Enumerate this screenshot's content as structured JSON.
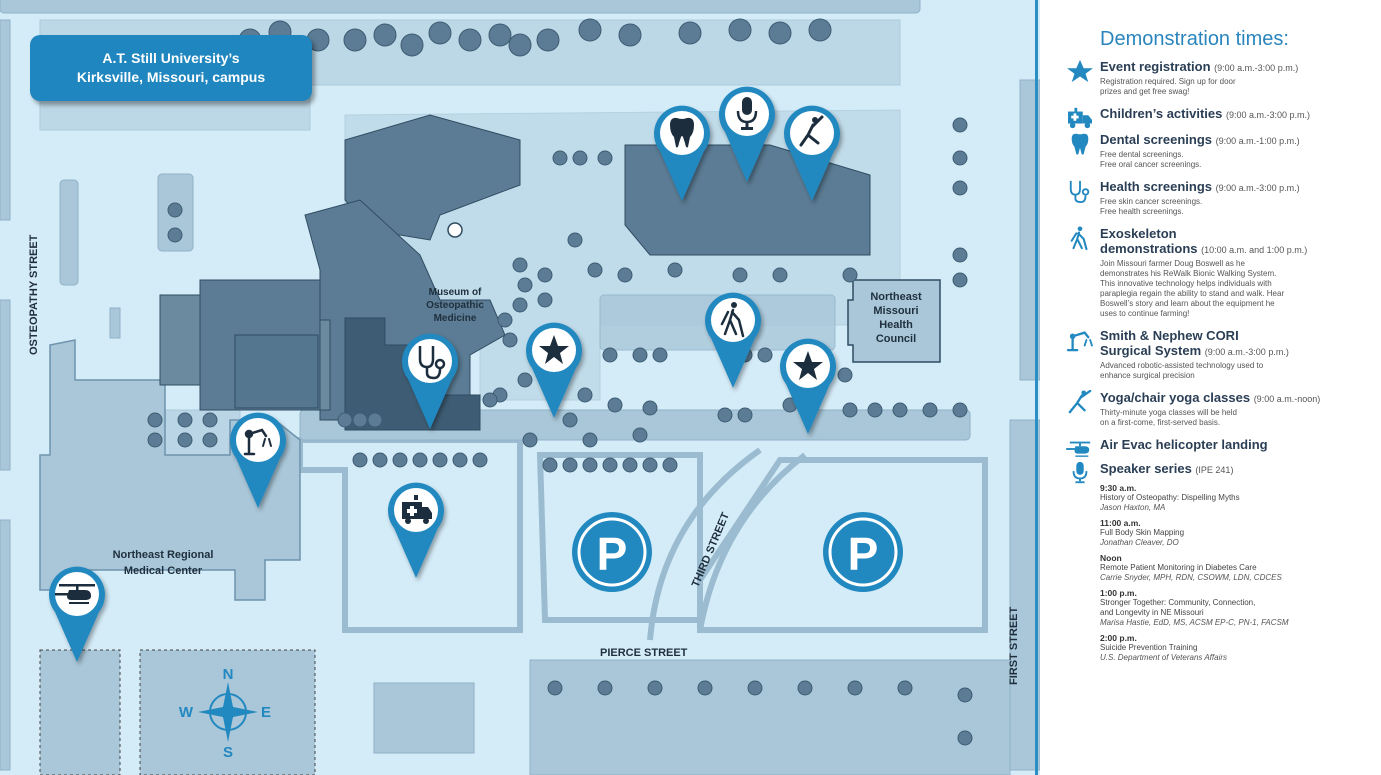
{
  "map": {
    "campus_label_line1": "A.T. Still University’s",
    "campus_label_line2": "Kirksville, Missouri, campus",
    "buildings": {
      "museum": [
        "Museum of",
        "Osteopathic",
        "Medicine"
      ],
      "health_council": [
        "Northeast",
        "Missouri",
        "Health",
        "Council"
      ],
      "medical_center": [
        "Northeast Regional",
        "Medical Center"
      ]
    },
    "streets": {
      "osteopathy": "OSTEOPATHY STREET",
      "third": "THIRD STREET",
      "pierce": "PIERCE STREET",
      "first": "FIRST STREET"
    },
    "parking_symbol": "P",
    "compass": {
      "n": "N",
      "s": "S",
      "e": "E",
      "w": "W"
    },
    "colors": {
      "ground": "#d4ecf8",
      "block": "#a9c7d9",
      "building": "#5b7c94",
      "building_dark": "#3e5d74",
      "pin": "#2288c0",
      "pin_ring": "#ffffff",
      "accent": "#2a85bd"
    }
  },
  "legend": {
    "title": "Demonstration times:",
    "entries": [
      {
        "icon": "star-icon",
        "title": "Event registration",
        "time": "(9:00 a.m.-3:00 p.m.)",
        "desc": [
          "Registration required. Sign up for door",
          "prizes and get free swag!"
        ]
      },
      {
        "icon": "ambulance-icon",
        "title": "Children’s activities",
        "time": "(9:00 a.m.-3:00 p.m.)",
        "desc": []
      },
      {
        "icon": "tooth-icon",
        "title": "Dental screenings",
        "time": "(9:00 a.m.-1:00 p.m.)",
        "desc": [
          "Free dental screenings.",
          "Free oral cancer screenings."
        ]
      },
      {
        "icon": "stethoscope-icon",
        "title": "Health screenings",
        "time": "(9:00 a.m.-3:00 p.m.)",
        "desc": [
          "Free skin cancer screenings.",
          "Free health screenings."
        ]
      },
      {
        "icon": "exoskeleton-icon",
        "title": "Exoskeleton",
        "title2": "demonstrations",
        "time": "(10:00 a.m. and 1:00 p.m.)",
        "desc": [
          "Join Missouri farmer Doug Boswell as he",
          "demonstrates his ReWalk Bionic Walking System.",
          "This innovative technology helps individuals with",
          "paraplegia regain the ability to stand and walk. Hear",
          "Boswell’s story and learn about the equipment he",
          "uses to continue farming!"
        ]
      },
      {
        "icon": "robot-arm-icon",
        "title": "Smith & Nephew CORI",
        "title2": "Surgical System",
        "time": "(9:00 a.m.-3:00 p.m.)",
        "desc": [
          "Advanced robotic-assisted technology used to",
          "enhance surgical precision"
        ]
      },
      {
        "icon": "yoga-icon",
        "title": "Yoga/chair yoga classes",
        "time": "(9:00 a.m.-noon)",
        "desc": [
          "Thirty-minute yoga classes will be held",
          "on a first-come, first-served basis."
        ]
      },
      {
        "icon": "helicopter-icon",
        "title": "Air Evac helicopter landing",
        "time": "",
        "desc": []
      },
      {
        "icon": "microphone-icon",
        "title": "Speaker series",
        "time": "(IPE 241)",
        "desc": []
      }
    ],
    "talks": [
      {
        "time": "9:30 a.m.",
        "title": [
          "History of Osteopathy: Dispelling Myths"
        ],
        "speaker": "Jason Haxton, MA"
      },
      {
        "time": "11:00 a.m.",
        "title": [
          "Full Body Skin Mapping"
        ],
        "speaker": "Jonathan Cleaver, DO"
      },
      {
        "time": "Noon",
        "title": [
          "Remote Patient Monitoring in Diabetes Care"
        ],
        "speaker": "Carrie Snyder, MPH, RDN, CSOWM, LDN, CDCES"
      },
      {
        "time": "1:00 p.m.",
        "title": [
          "Stronger Together: Community, Connection,",
          "and Longevity in NE Missouri"
        ],
        "speaker": "Marisa Hastie, EdD, MS, ACSM EP-C, PN-1, FACSM"
      },
      {
        "time": "2:00 p.m.",
        "title": [
          "Suicide Prevention Training"
        ],
        "speaker": "U.S. Department of Veterans Affairs"
      }
    ]
  }
}
